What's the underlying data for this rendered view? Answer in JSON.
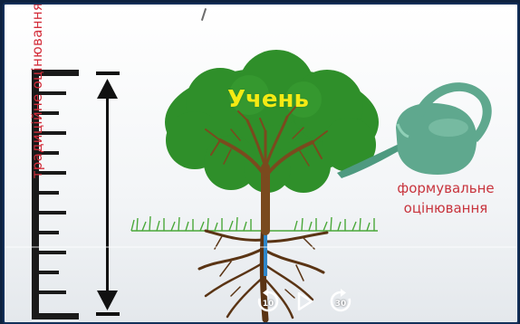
{
  "slide": {
    "tree_label": "Учень",
    "vertical_label": "традиційне оцінювання",
    "watering_label_line1": "формувальне",
    "watering_label_line2": "оцінювання"
  },
  "player": {
    "rewind_seconds": "10",
    "forward_seconds": "30"
  },
  "colors": {
    "frame": "#13305a",
    "foliage": "#2f8f2a",
    "trunk": "#7a4a1e",
    "label_yellow": "#f4ea14",
    "label_red": "#d32d3a",
    "can": "#5fa88e",
    "water": "#2f86c8"
  }
}
